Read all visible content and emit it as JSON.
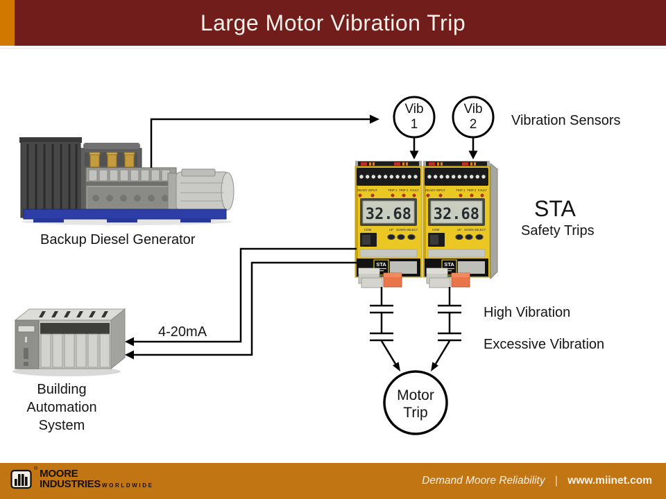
{
  "header": {
    "title": "Large Motor Vibration Trip"
  },
  "footer": {
    "tagline": "Demand Moore Reliability",
    "separator": "|",
    "website": "www.miinet.com",
    "logo": {
      "line1": "MOORE",
      "line2": "INDUSTRIES",
      "line3": "WORLDWIDE",
      "reg": "®"
    }
  },
  "diagram": {
    "generator_label": "Backup Diesel Generator",
    "bas_label": {
      "line1": "Building",
      "line2": "Automation",
      "line3": "System"
    },
    "signal_label": "4-20mA",
    "sensors_label": "Vibration Sensors",
    "vib1": {
      "line1": "Vib",
      "line2": "1"
    },
    "vib2": {
      "line1": "Vib",
      "line2": "2"
    },
    "sta_title": "STA",
    "sta_subtitle": "Safety Trips",
    "high_vibration_label": "High Vibration",
    "excessive_vibration_label": "Excessive Vibration",
    "motor_trip": {
      "line1": "Motor",
      "line2": "Trip"
    },
    "device": {
      "display_value": "32.68",
      "led_labels": [
        "READY",
        "INPUT",
        "TRIP 1",
        "TRIP 2",
        "FAULT"
      ],
      "com_label": "COM",
      "button_labels": [
        "UP",
        "DOWN",
        "SELECT"
      ],
      "badge": "STA"
    }
  },
  "colors": {
    "header_maroon": "#701D1B",
    "accent_orange": "#D07800",
    "footer_orange": "#C17513",
    "device_yellow": "#EBC723",
    "terminal_orange": "#E9764B",
    "line_black": "#000000"
  }
}
